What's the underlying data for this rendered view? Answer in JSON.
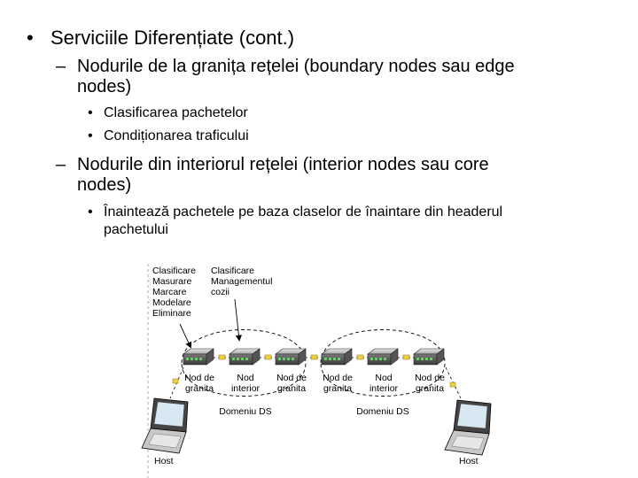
{
  "slide": {
    "title": "Serviciile Diferențiate (cont.)",
    "point1": {
      "line1": "Nodurile de la granița rețelei (boundary nodes sau edge",
      "line2": "nodes)"
    },
    "sub1": "Clasificarea pachetelor",
    "sub2": "Condiționarea traficului",
    "point2": {
      "line1": "Nodurile din interiorul rețelei (interior nodes sau core",
      "line2": "nodes)"
    },
    "sub3": {
      "line1": "Înaintează pachetele pe baza claselor de înaintare din headerul",
      "line2": "pachetului"
    }
  },
  "bullets": {
    "level1": "•",
    "level2": "–",
    "level3": "•"
  },
  "diagram": {
    "edge_functions": [
      "Clasificare",
      "Masurare",
      "Marcare",
      "Modelare",
      "Eliminare"
    ],
    "core_functions": [
      "Clasificare",
      "Managementul",
      "cozii"
    ],
    "node_labels": [
      [
        "Nod de",
        "granita"
      ],
      [
        "Nod",
        "interior"
      ],
      [
        "Nod de",
        "granita"
      ],
      [
        "Nod de",
        "granita"
      ],
      [
        "Nod",
        "interior"
      ],
      [
        "Nod de",
        "granita"
      ]
    ],
    "domain_labels": [
      "Domeniu DS",
      "Domeniu DS"
    ],
    "host_labels": [
      "Host",
      "Host"
    ]
  }
}
